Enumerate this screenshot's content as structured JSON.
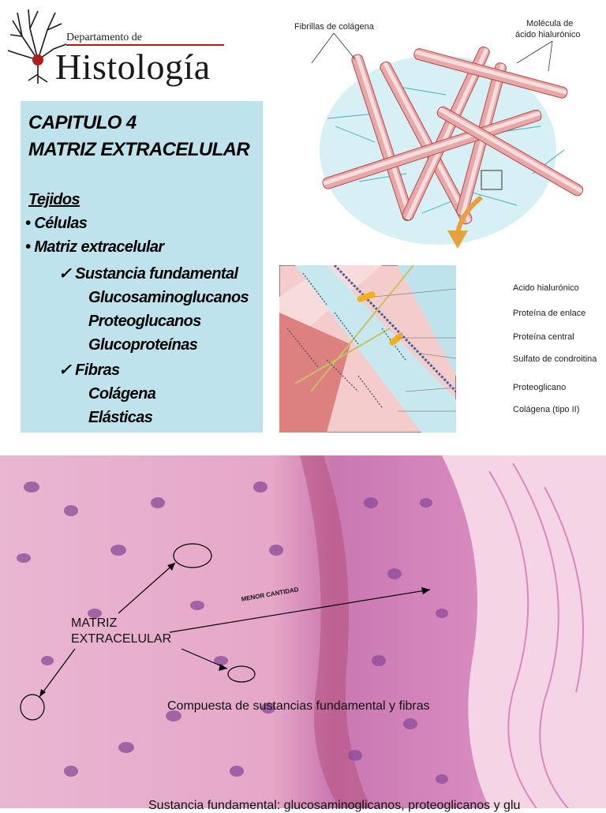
{
  "header": {
    "department": "Departamento de",
    "title": "Histología"
  },
  "chapter": {
    "number": "CAPITULO 4",
    "name": "MATRIZ EXTRACELULAR",
    "heading": "Tejidos",
    "items": [
      {
        "bullet": "•",
        "text": "Células"
      },
      {
        "bullet": "•",
        "text": "Matriz extracelular"
      }
    ],
    "sub_fundamental": {
      "check": "✓",
      "text": "Sustancia fundamental",
      "children": [
        "Glucosaminoglucanos",
        "Proteoglucanos",
        "Glucoproteínas"
      ]
    },
    "sub_fibras": {
      "check": "✓",
      "text": "Fibras",
      "children": [
        "Colágena",
        "Elásticas"
      ]
    }
  },
  "fibril_diagram": {
    "label_left": "Fibrillas de colágena",
    "label_right_line1": "Molécula de",
    "label_right_line2": "ácido hialurónico"
  },
  "detail_diagram": {
    "labels": [
      "Acido hialurónico",
      "Proteína de enlace",
      "Proteína central",
      "Sulfato de condroitina",
      "Proteoglicano",
      "Colágena (tipo II)"
    ]
  },
  "micrograph": {
    "menor": "MENOR CANTIDAD",
    "matriz_line1": "MATRIZ",
    "matriz_line2": "EXTRACELULAR",
    "compuesta": "Compuesta de sustancias  fundamental  y fibras",
    "bottom": "Sustancia  fundamental: glucosaminoglicanos, proteoglicanos y glu"
  },
  "colors": {
    "box": "#bfe3ec",
    "fibril": "#d98a8a",
    "tissue": "#e6a4c6",
    "nucleus": "#8b4a9a"
  }
}
